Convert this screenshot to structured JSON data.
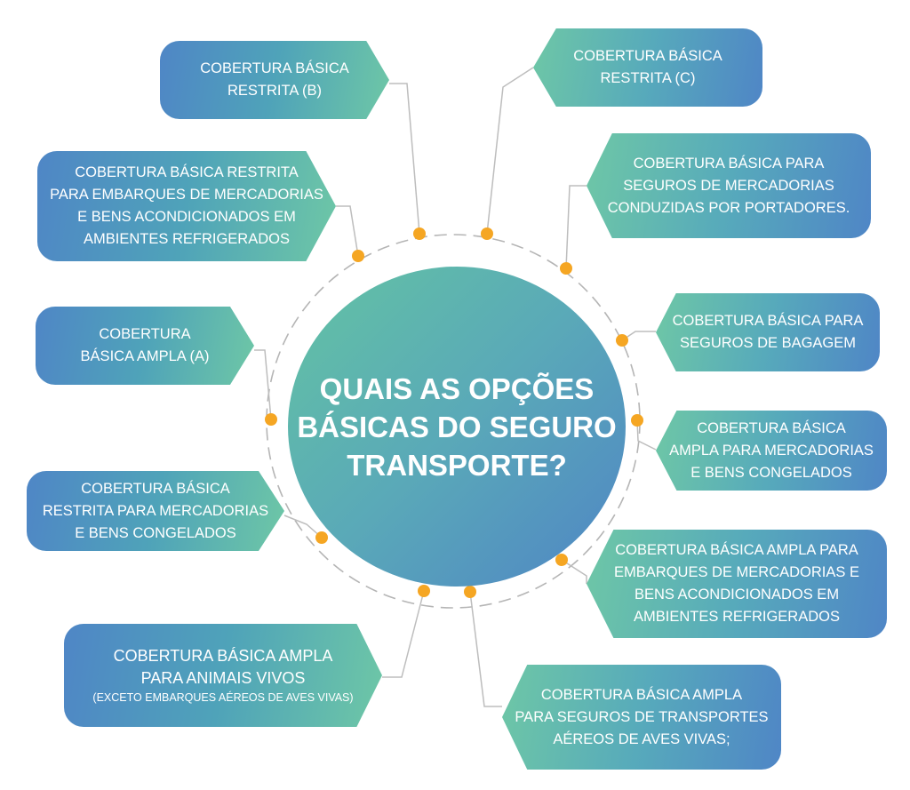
{
  "center": {
    "lines": [
      "QUAIS AS OPÇÕES",
      "BÁSICAS DO SEGURO",
      "TRANSPORTE?"
    ]
  },
  "options": [
    {
      "lines": [
        "COBERTURA BÁSICA",
        "RESTRITA (B)"
      ]
    },
    {
      "lines": [
        "COBERTURA BÁSICA",
        "RESTRITA (C)"
      ]
    },
    {
      "lines": [
        "COBERTURA BÁSICA RESTRITA",
        "PARA EMBARQUES DE MERCADORIAS",
        "E BENS ACONDICIONADOS EM",
        "AMBIENTES REFRIGERADOS"
      ]
    },
    {
      "lines": [
        "COBERTURA BÁSICA PARA",
        "SEGUROS DE MERCADORIAS",
        "CONDUZIDAS POR PORTADORES."
      ]
    },
    {
      "lines": [
        "COBERTURA",
        "BÁSICA AMPLA (A)"
      ]
    },
    {
      "lines": [
        "COBERTURA BÁSICA PARA",
        "SEGUROS DE BAGAGEM"
      ]
    },
    {
      "lines": [
        "COBERTURA BÁSICA",
        "AMPLA PARA MERCADORIAS",
        "E BENS CONGELADOS"
      ]
    },
    {
      "lines": [
        "COBERTURA BÁSICA",
        "RESTRITA PARA MERCADORIAS",
        "E BENS CONGELADOS"
      ]
    },
    {
      "lines": [
        "COBERTURA BÁSICA AMPLA PARA",
        "EMBARQUES DE MERCADORIAS E",
        "BENS ACONDICIONADOS EM",
        "AMBIENTES REFRIGERADOS"
      ]
    },
    {
      "lines": [
        "COBERTURA BÁSICA AMPLA",
        "PARA ANIMAIS VIVOS"
      ],
      "note": "(EXCETO EMBARQUES AÉREOS DE AVES VIVAS)"
    },
    {
      "lines": [
        "COBERTURA BÁSICA AMPLA",
        "PARA SEGUROS DE TRANSPORTES",
        "AÉREOS DE AVES VIVAS;"
      ]
    }
  ],
  "colors": {
    "connector": "#bdbdbd",
    "dot": "#f5a623",
    "ring": "#b5b5b5",
    "gradient_blue": "#4f86c6",
    "gradient_green": "#6ec7a6"
  }
}
